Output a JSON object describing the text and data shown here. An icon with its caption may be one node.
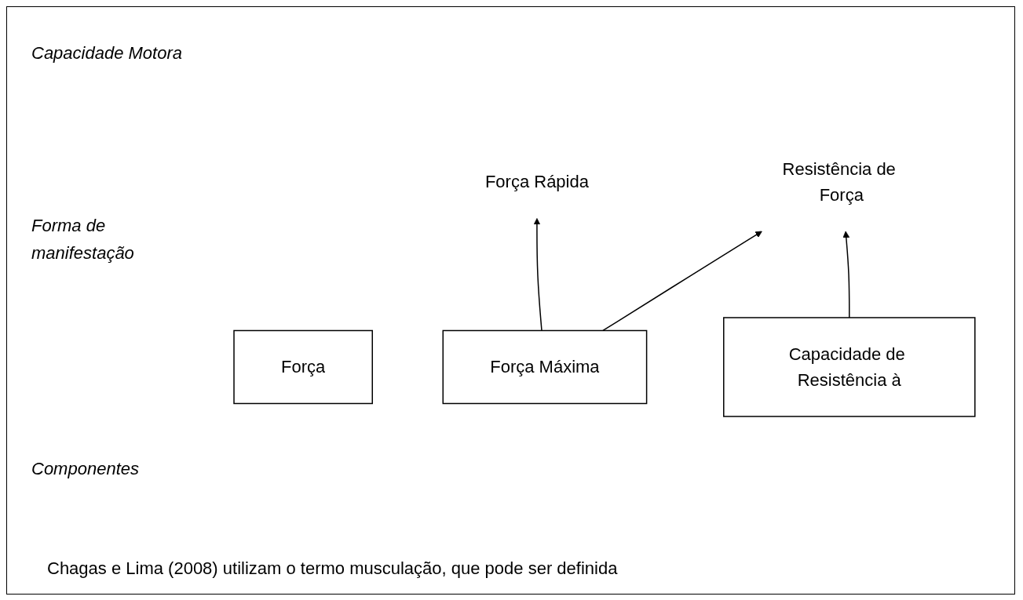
{
  "diagram": {
    "nodes": [
      {
        "text": [
          "Força"
        ]
      },
      {
        "text": [
          "Força Rápida"
        ]
      },
      {
        "text": [
          "Resistência de Força"
        ]
      },
      {
        "text": [
          "Força Máxima"
        ]
      },
      {
        "text": [
          "Capacidade de Resistência à"
        ]
      }
    ],
    "edges": [
      {
        "from": 3,
        "to": 1,
        "arrow": "to"
      },
      {
        "from": 3,
        "to": 2,
        "arrow": "to"
      },
      {
        "from": 4,
        "to": 2,
        "arrow": "to"
      }
    ],
    "labels": [
      "Capacidade Motora",
      "Forma de manifestação",
      "Componentes",
      "Chagas e Lima (2008) utilizam o termo musculação, que pode ser definida"
    ]
  }
}
